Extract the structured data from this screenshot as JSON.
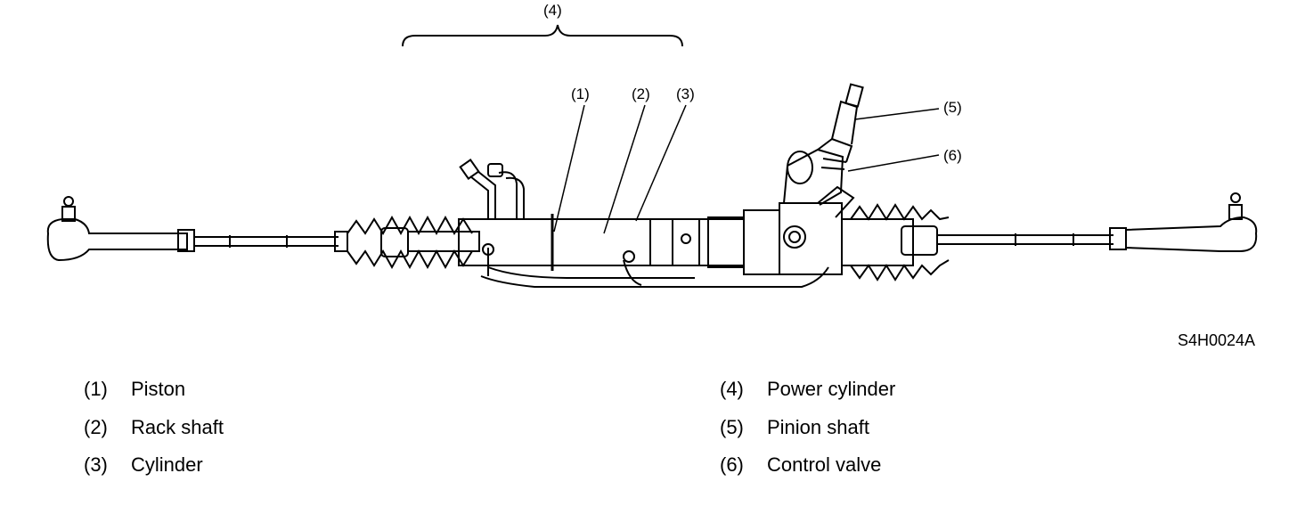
{
  "diagram": {
    "callouts": {
      "c1": "(1)",
      "c2": "(2)",
      "c3": "(3)",
      "c4": "(4)",
      "c5": "(5)",
      "c6": "(6)"
    },
    "figure_code": "S4H0024A"
  },
  "legend": {
    "left": [
      {
        "num": "(1)",
        "label": "Piston"
      },
      {
        "num": "(2)",
        "label": "Rack shaft"
      },
      {
        "num": "(3)",
        "label": "Cylinder"
      }
    ],
    "right": [
      {
        "num": "(4)",
        "label": "Power cylinder"
      },
      {
        "num": "(5)",
        "label": "Pinion shaft"
      },
      {
        "num": "(6)",
        "label": "Control valve"
      }
    ]
  }
}
